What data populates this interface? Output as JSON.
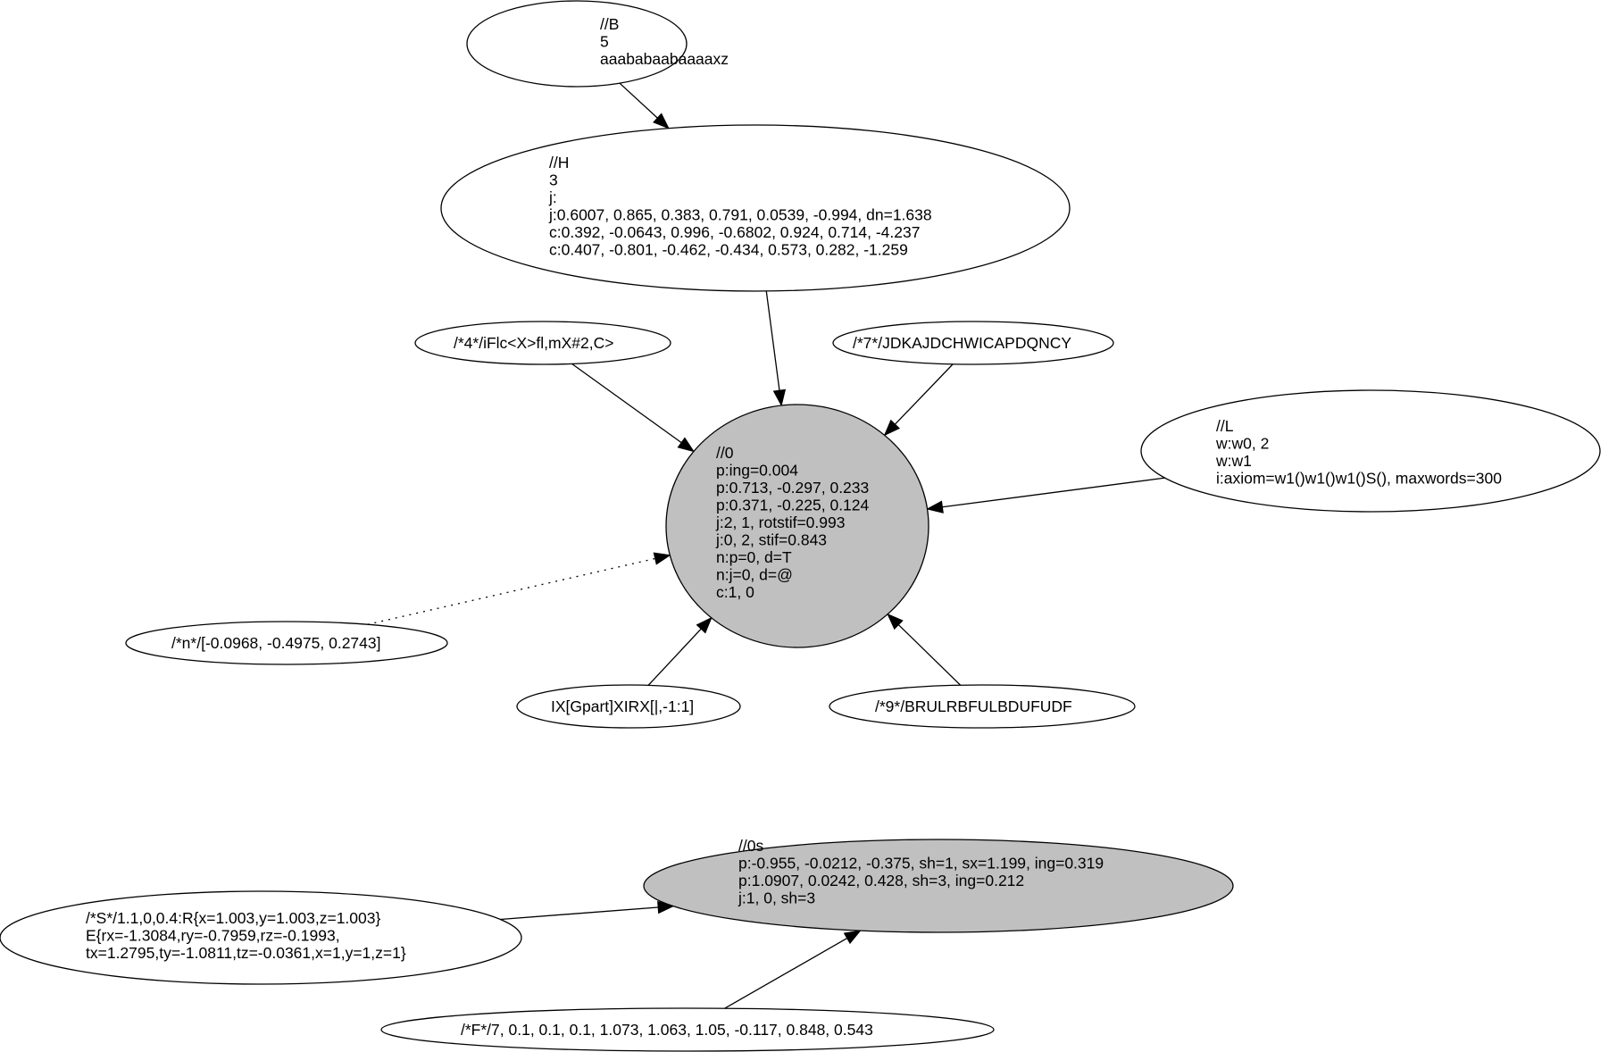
{
  "colors": {
    "white_fill": "#ffffff",
    "gray_fill": "#c0c0c0",
    "stroke": "#000000"
  },
  "nodes": {
    "b": {
      "lines": [
        "//B",
        "5",
        "aaababaabaaaaxz"
      ]
    },
    "h": {
      "lines": [
        "//H",
        "3",
        "j:",
        "j:0.6007, 0.865, 0.383, 0.791, 0.0539, -0.994, dn=1.638",
        "c:0.392, -0.0643, 0.996, -0.6802, 0.924, 0.714, -4.237",
        "c:0.407, -0.801, -0.462, -0.434, 0.573, 0.282, -1.259"
      ]
    },
    "n4": {
      "lines": [
        "/*4*/iFlc<X>fl,mX#2,C>"
      ]
    },
    "n7": {
      "lines": [
        "/*7*/JDKAJDCHWICAPDQNCY"
      ]
    },
    "l": {
      "lines": [
        "//L",
        "w:w0, 2",
        "w:w1",
        "i:axiom=w1()w1()w1()S(), maxwords=300"
      ]
    },
    "n0": {
      "lines": [
        "//0",
        "p:ing=0.004",
        "p:0.713, -0.297, 0.233",
        "p:0.371, -0.225, 0.124",
        "j:2, 1, rotstif=0.993",
        "j:0, 2, stif=0.843",
        "n:p=0, d=T",
        "n:j=0, d=@",
        "c:1, 0"
      ]
    },
    "nn": {
      "lines": [
        "/*n*/[-0.0968, -0.4975, 0.2743]"
      ]
    },
    "ix": {
      "lines": [
        "IX[Gpart]XIRX[|,-1:1]"
      ]
    },
    "n9": {
      "lines": [
        "/*9*/BRULRBFULBDUFUDF"
      ]
    },
    "n0s": {
      "lines": [
        "//0s",
        "p:-0.955, -0.0212, -0.375, sh=1, sx=1.199, ing=0.319",
        "p:1.0907, 0.0242, 0.428, sh=3, ing=0.212",
        "j:1, 0, sh=3"
      ]
    },
    "s": {
      "lines": [
        "/*S*/1.1,0,0.4:R{x=1.003,y=1.003,z=1.003}",
        "E{rx=-1.3084,ry=-0.7959,rz=-0.1993,",
        "tx=1.2795,ty=-1.0811,tz=-0.0361,x=1,y=1,z=1}"
      ]
    },
    "f": {
      "lines": [
        "/*F*/7, 0.1, 0.1, 0.1, 1.073, 1.063, 1.05, -0.117, 0.848, 0.543"
      ]
    }
  },
  "edges": [
    {
      "from": "b",
      "to": "h",
      "style": "solid"
    },
    {
      "from": "h",
      "to": "n0",
      "style": "solid"
    },
    {
      "from": "n4",
      "to": "n0",
      "style": "solid"
    },
    {
      "from": "n7",
      "to": "n0",
      "style": "solid"
    },
    {
      "from": "l",
      "to": "n0",
      "style": "solid"
    },
    {
      "from": "nn",
      "to": "n0",
      "style": "dotted"
    },
    {
      "from": "ix",
      "to": "n0",
      "style": "solid"
    },
    {
      "from": "n9",
      "to": "n0",
      "style": "solid"
    },
    {
      "from": "s",
      "to": "n0s",
      "style": "solid"
    },
    {
      "from": "f",
      "to": "n0s",
      "style": "solid"
    }
  ]
}
